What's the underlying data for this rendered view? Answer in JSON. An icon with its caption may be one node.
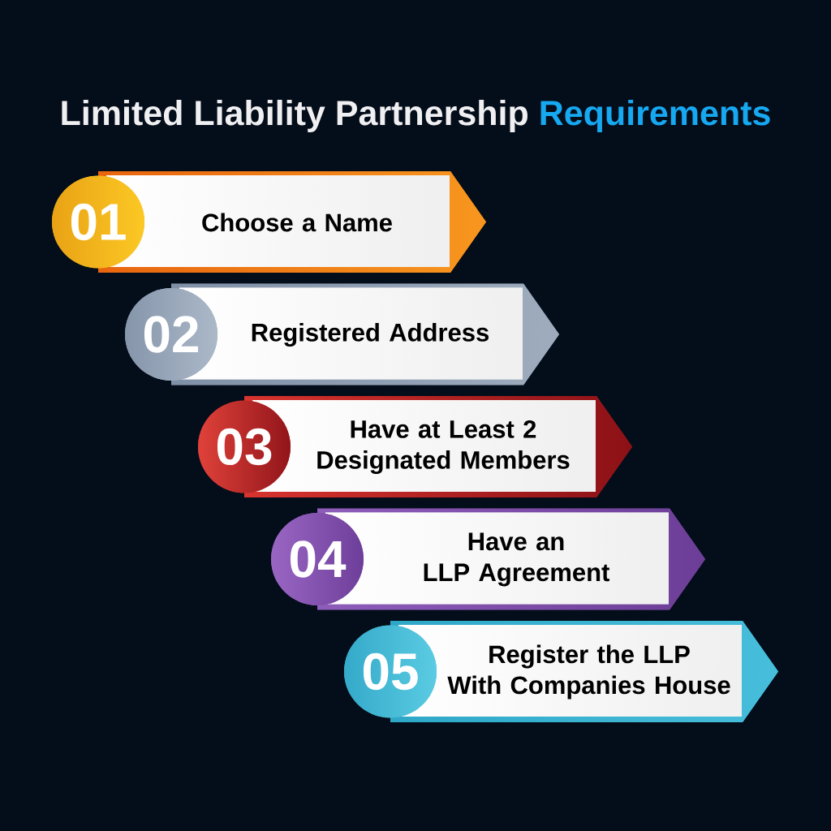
{
  "diagram": {
    "title": "Limited Liability Partnership Requirements",
    "nodes": [
      {
        "text": [
          "01"
        ]
      },
      {
        "text": [
          "Choose a Name"
        ]
      },
      {
        "text": [
          "02"
        ]
      },
      {
        "text": [
          "Registered Address"
        ]
      },
      {
        "text": [
          "03"
        ]
      },
      {
        "text": [
          "Have at Least 2 Designated Members"
        ]
      },
      {
        "text": [
          "04"
        ]
      },
      {
        "text": [
          "Have an LLP Agreement"
        ]
      },
      {
        "text": [
          "05"
        ]
      },
      {
        "text": [
          "Register the LLP With Companies House"
        ]
      }
    ]
  }
}
